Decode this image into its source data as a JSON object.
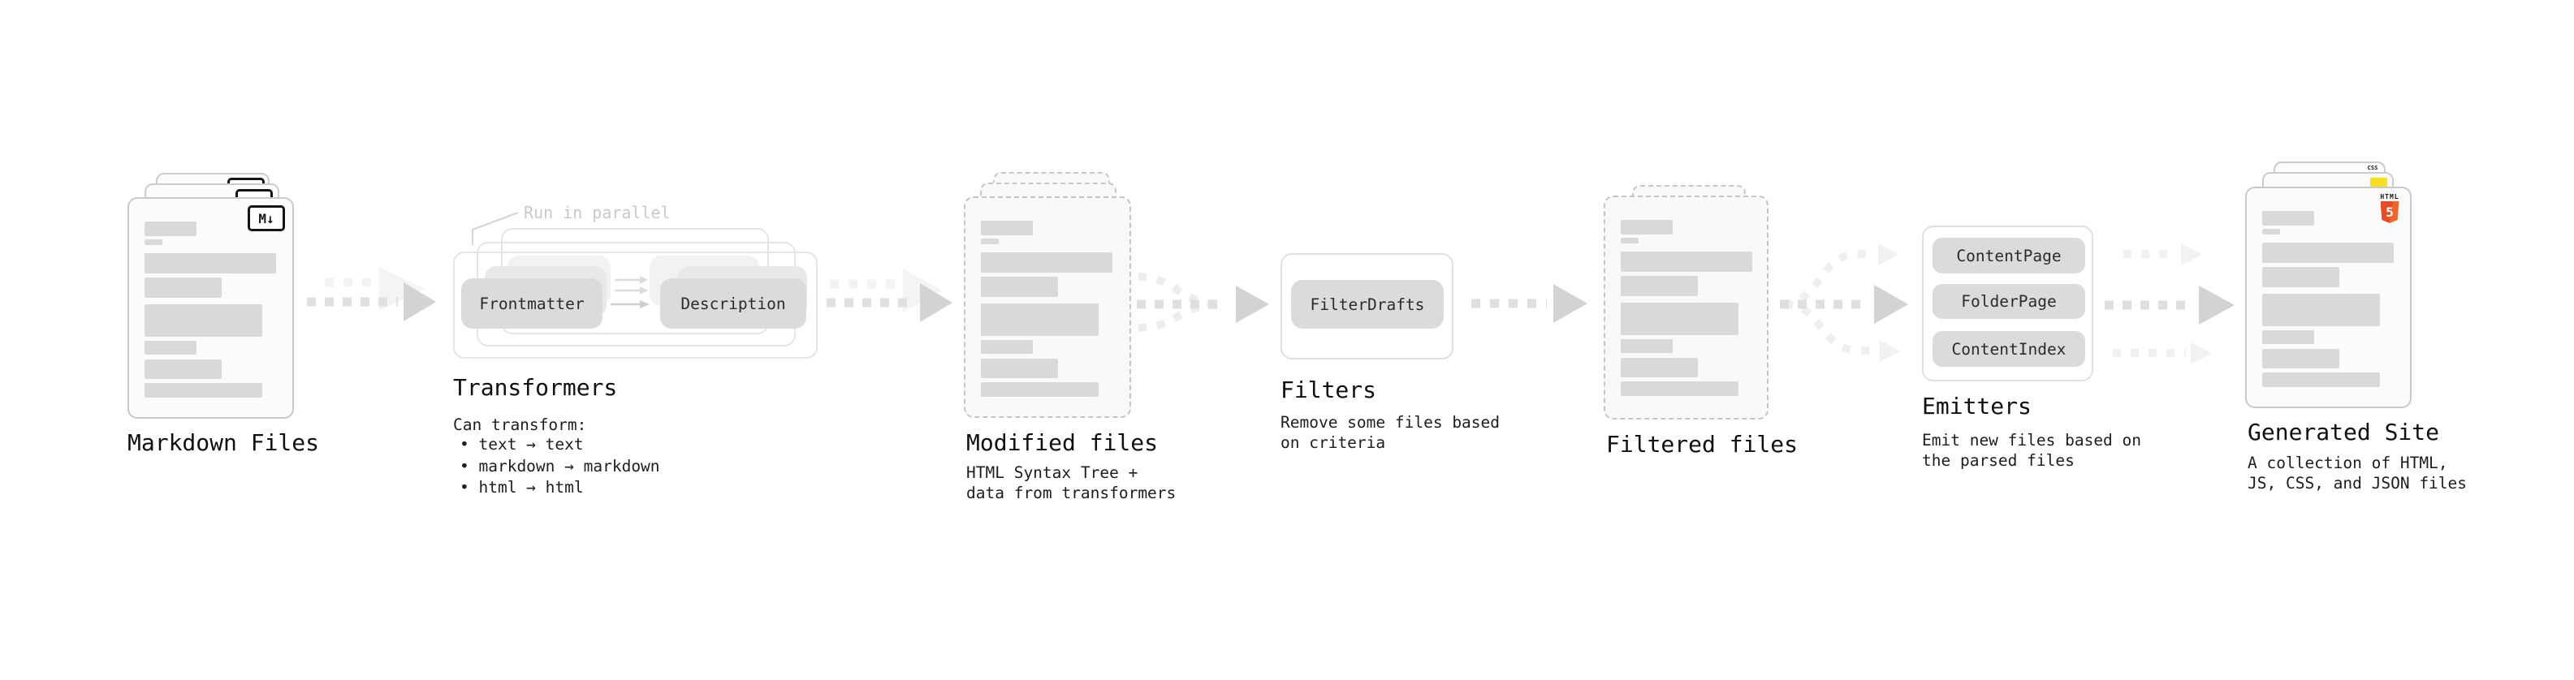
{
  "stages": {
    "markdown": {
      "title": "Markdown Files",
      "badge": "M↓"
    },
    "transformers": {
      "title": "Transformers",
      "parallel_label": "Run in parallel",
      "pill_left": "Frontmatter",
      "pill_right": "Description",
      "note_heading": "Can transform:",
      "bullet_1": "• text → text",
      "bullet_2": "• markdown → markdown",
      "bullet_3": "• html → html"
    },
    "modified": {
      "title": "Modified files",
      "subtitle_1": "HTML Syntax Tree +",
      "subtitle_2": "data from transformers"
    },
    "filters": {
      "title": "Filters",
      "pill": "FilterDrafts",
      "subtitle_1": "Remove some files based",
      "subtitle_2": "on criteria"
    },
    "filtered": {
      "title": "Filtered files"
    },
    "emitters": {
      "title": "Emitters",
      "pill_1": "ContentPage",
      "pill_2": "FolderPage",
      "pill_3": "ContentIndex",
      "subtitle_1": "Emit new files based on",
      "subtitle_2": "the parsed files"
    },
    "generated": {
      "title": "Generated Site",
      "subtitle_1": "A collection of HTML,",
      "subtitle_2": "JS, CSS, and JSON files",
      "css_label": "CSS",
      "html_label": "HTML",
      "html_number": "5"
    }
  },
  "colors": {
    "html5_orange": "#e44d26",
    "js_yellow": "#f7df1e",
    "css_blue": "#2b5de0",
    "arrow_gray": "#d3d3d3",
    "dash_gray": "#dfdfdf",
    "faint_gray": "#f1f1f1"
  }
}
